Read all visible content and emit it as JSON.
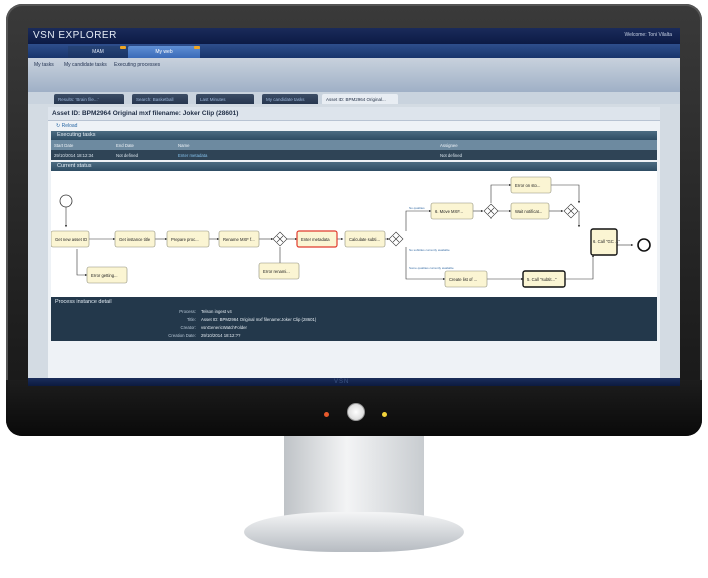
{
  "app": {
    "logo": "VSN EXPLORER",
    "user": "Welcome: Toni Vilalta",
    "nav_tabs": [
      "MAM",
      "My web"
    ],
    "subnav_items": [
      "My tasks",
      "My candidate tasks",
      "Executing processes"
    ],
    "window_tabs": [
      "Results: 'Brain file...'",
      "Search: Basketball",
      "Last Minutes",
      "My candidate tasks",
      "Asset ID: BPM2964 Original..."
    ],
    "asset_title": "Asset ID: BPM2964 Original mxf filename: Joker Clip (28601)",
    "reload_label": "Reload"
  },
  "executing": {
    "section_title": "Executing tasks",
    "columns": [
      "Start Date",
      "End Date",
      "Name",
      "Assignee"
    ],
    "rows": [
      [
        "29/10/2014 18:12:34",
        "Not defined",
        "Enter metadata",
        "Not defined"
      ]
    ]
  },
  "status": {
    "section_title": "Current status",
    "nodes": [
      "Get new asset ID",
      "Get instance title",
      "Prepare proc...",
      "Rename MXF f...",
      "Enter metadata",
      "Calculate subti...",
      "Error getting...",
      "Error renami...",
      "6. Move MXF...",
      "Error on sto...",
      "Wait notificat...",
      "6. Call \"GC ...\"",
      "Create list of ...",
      "5. Call \"subtit...\""
    ],
    "edge_labels": [
      "No qualities",
      "No subtitles currently available",
      "Some qualities currently available"
    ]
  },
  "detail": {
    "section_title": "Process instance detail",
    "fields": [
      {
        "label": "Process:",
        "value": "Telson ingest v4"
      },
      {
        "label": "Title:",
        "value": "Asset ID: BPM2964 Original mxf filename:Joker Clip (28601)"
      },
      {
        "label": "Creator:",
        "value": "vsnGenericWatchFolder"
      },
      {
        "label": "Creation Date:",
        "value": "29/10/2014 18:12:??"
      }
    ]
  },
  "footer": {
    "brand": "VSN"
  },
  "colors": {
    "accent": "#17336b",
    "highlight": "#e03b2d",
    "task_fill": "#fbf5d3"
  }
}
